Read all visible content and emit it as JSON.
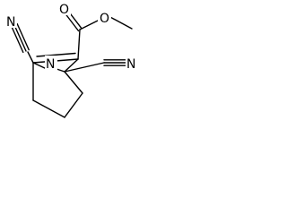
{
  "molecule": {
    "atoms": {
      "carbonyl_oxygen": "O",
      "ester_oxygen": "O",
      "bridge_nitrogen": "N",
      "left_nitrile_nitrogen": "N",
      "right_nitrile_nitrogen": "N"
    },
    "colors": {
      "bond": "#000000",
      "label": "#000000",
      "background": "#ffffff"
    }
  }
}
